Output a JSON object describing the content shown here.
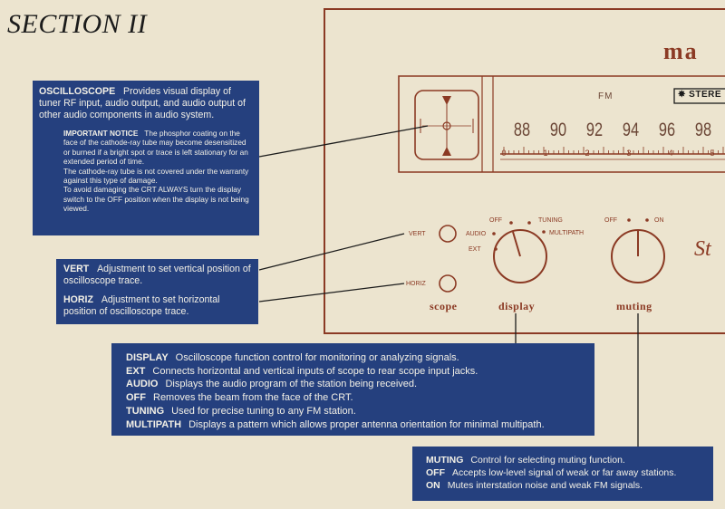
{
  "section_title": "SECTION II",
  "faceplate": {
    "brand_fragment": "ma",
    "band": "FM",
    "stereo_label": "STERE",
    "dial_mhz": [
      "88",
      "90",
      "92",
      "94",
      "96",
      "98"
    ],
    "dial_log": [
      "0",
      "1",
      "2",
      "3",
      "4",
      "5"
    ],
    "script_fragment": "St",
    "labels": {
      "vert": "VERT",
      "horiz": "HORIZ",
      "off": "OFF",
      "tuning": "TUNING",
      "audio": "AUDIO",
      "multipath": "MULTIPATH",
      "ext": "EXT",
      "mute_off": "OFF",
      "mute_on": "ON"
    },
    "knobs": {
      "scope": "scope",
      "display": "display",
      "muting": "muting"
    }
  },
  "oscilloscope": {
    "heading": "OSCILLOSCOPE",
    "description": "Provides visual display of tuner RF input, audio output, and audio output of other audio components in audio system.",
    "notice_heading": "IMPORTANT NOTICE",
    "notice_body": "The phosphor coating on the face of the cathode-ray tube may become desensitized or burned if a bright spot or trace is left stationary for an extended period of time.",
    "notice_warranty": "The cathode-ray tube is not covered under the warranty against this type of damage.",
    "notice_instruction": "To avoid damaging the CRT ALWAYS turn the display switch to the OFF position when the display is not being viewed."
  },
  "vert": {
    "heading": "VERT",
    "text": "Adjustment to set vertical position of oscilloscope trace."
  },
  "horiz": {
    "heading": "HORIZ",
    "text": "Adjustment to set horizontal position of oscilloscope trace."
  },
  "display": {
    "rows": [
      {
        "term": "DISPLAY",
        "text": "Oscilloscope function control for monitoring or analyzing signals."
      },
      {
        "term": "EXT",
        "text": "Connects horizontal and vertical inputs of scope to rear scope input jacks."
      },
      {
        "term": "AUDIO",
        "text": "Displays the audio program of the station being received."
      },
      {
        "term": "OFF",
        "text": "Removes the beam from the face of the CRT."
      },
      {
        "term": "TUNING",
        "text": "Used for precise tuning to any FM station."
      },
      {
        "term": "MULTIPATH",
        "text": "Displays a pattern which allows proper antenna orientation for minimal multipath."
      }
    ]
  },
  "muting": {
    "rows": [
      {
        "term": "MUTING",
        "text": "Control for selecting muting function."
      },
      {
        "term": "OFF",
        "text": "Accepts low-level signal of weak or far away stations."
      },
      {
        "term": "ON",
        "text": "Mutes interstation noise and weak FM signals."
      }
    ]
  }
}
